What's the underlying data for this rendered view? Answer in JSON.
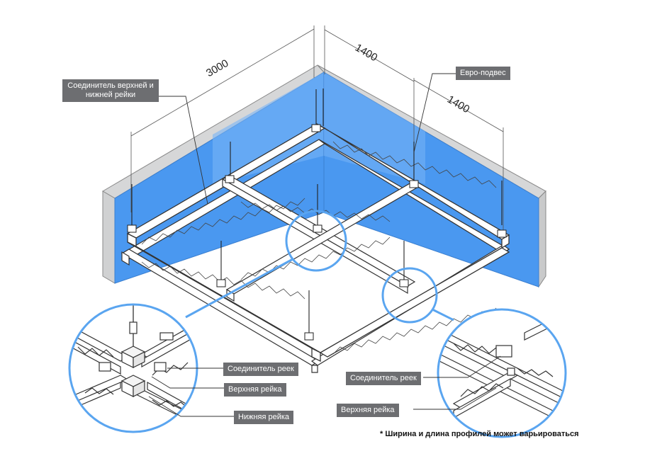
{
  "labels": {
    "connector_upper_lower": "Соединитель верхней и нижней  рейки",
    "euro_hanger": "Евро-подвес",
    "rail_connector": "Соединитель реек",
    "upper_rail": "Верхняя рейка",
    "lower_rail": "Нижняя рейка"
  },
  "dimensions": {
    "length": "3000",
    "width_top": "1400",
    "width_right": "1400"
  },
  "footnote": "* Ширина и длина профилей может варьироваться",
  "colors": {
    "wall_blue": "#4a98f0",
    "wall_blue_light": "#78b4f6",
    "wall_gray": "#d6d7d8",
    "circle_outline": "#5aa5f0",
    "label_bg": "#6d6e71"
  }
}
